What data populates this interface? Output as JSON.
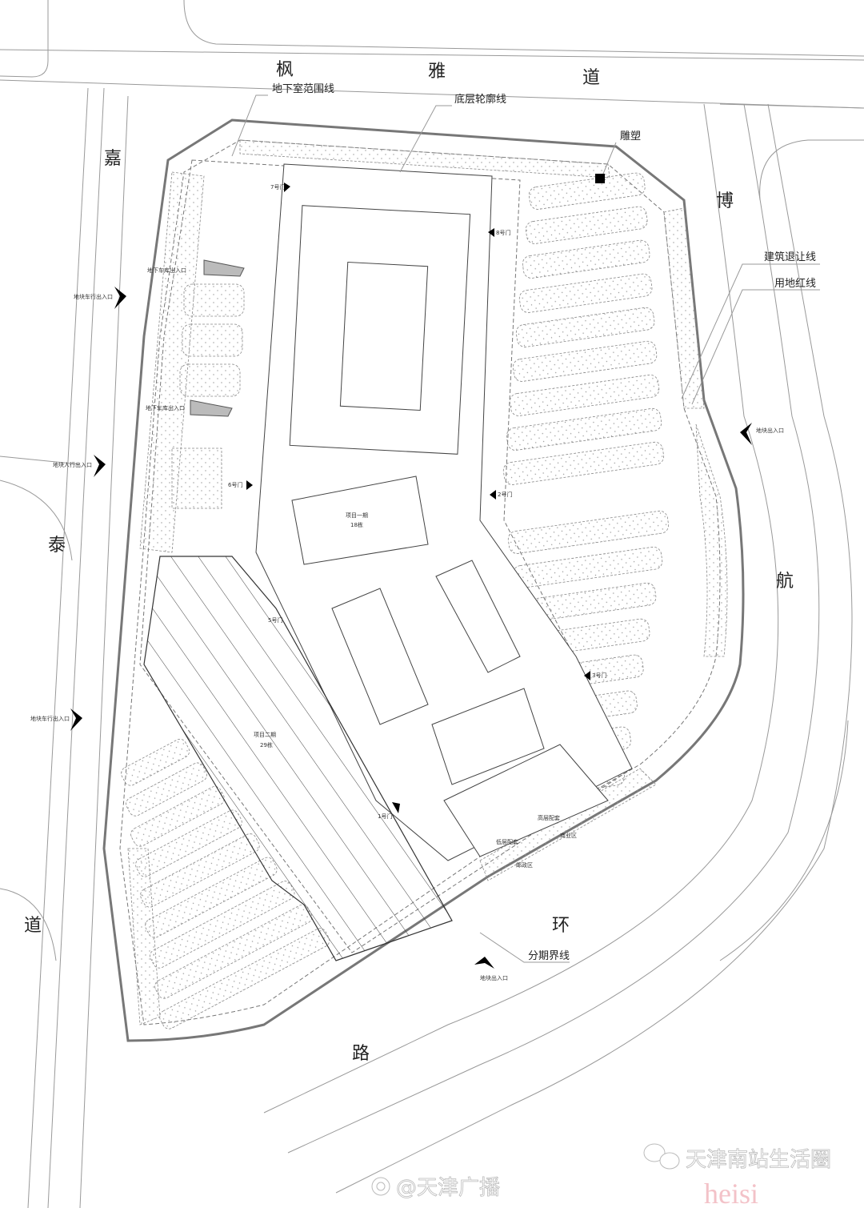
{
  "roads": {
    "north": [
      "枫",
      "雅",
      "道"
    ],
    "west": [
      "嘉",
      "泰",
      "道"
    ],
    "east": [
      "博",
      "航"
    ],
    "south": [
      "环",
      "路"
    ]
  },
  "callouts": {
    "basement_line": "地下室范围线",
    "ground_outline": "底层轮廓线",
    "sculpture": "雕塑",
    "setback_line": "建筑退让线",
    "red_line": "用地红线",
    "phase_line": "分期界线"
  },
  "phases": {
    "phase1": {
      "name": "项目一期",
      "floors": "18栋"
    },
    "phase2": {
      "name": "项目二期",
      "floors": "29栋"
    }
  },
  "gates": [
    "7号门",
    "8号门",
    "6号门",
    "2号门",
    "5号门",
    "3号门",
    "1号门"
  ],
  "entrances": {
    "vehicle_1": "地块车行出入口",
    "pedestrian": "地块人行出入口",
    "vehicle_2": "地块车行出入口",
    "east": "地块出入口",
    "south": "地块出入口",
    "garage_1": "地下车库出入口",
    "garage_2": "地下车库出入口"
  },
  "zones": [
    "高层配套",
    "低层配套",
    "商业区",
    "邮政区"
  ],
  "watermarks": {
    "weibo": "@天津广播",
    "wechat": "天津南站生活圈",
    "overlay": "heisi"
  }
}
